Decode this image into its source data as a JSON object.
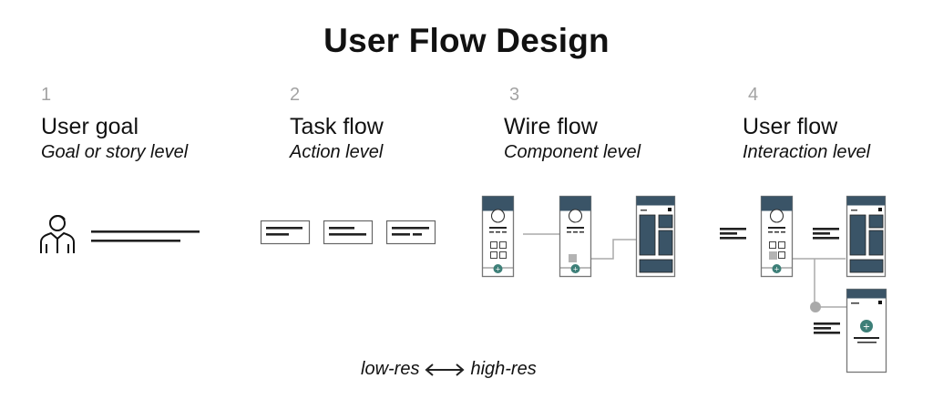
{
  "title": "User Flow Design",
  "steps": [
    {
      "number": "1",
      "name": "User goal",
      "level": "Goal or story level"
    },
    {
      "number": "2",
      "name": "Task flow",
      "level": "Action level"
    },
    {
      "number": "3",
      "name": "Wire flow",
      "level": "Component level"
    },
    {
      "number": "4",
      "name": "User flow",
      "level": "Interaction level"
    }
  ],
  "caption": {
    "left": "low-res",
    "right": "high-res",
    "arrow_icon": "double-arrow-icon"
  },
  "colors": {
    "screen_header": "#3a5467",
    "screen_border": "#777777",
    "connector": "#aaaaaa",
    "fab": "#3d7f78",
    "text_line": "#222222",
    "selected_box": "#b3b3b3",
    "step_number": "#a3a3a3"
  }
}
